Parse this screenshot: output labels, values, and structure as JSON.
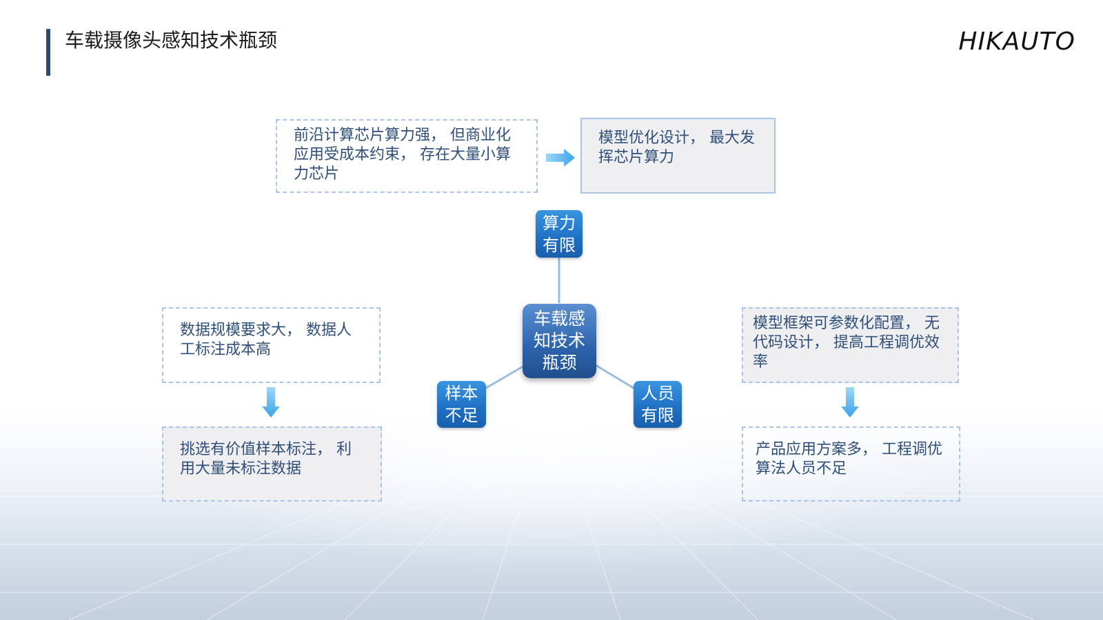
{
  "header": {
    "title": "车载摄像头感知技术瓶颈",
    "brand": "HIKAUTO"
  },
  "diagram": {
    "center": "车载感知技术瓶颈",
    "nodes": {
      "compute": "算力有限",
      "samples": "样本不足",
      "personnel": "人员有限"
    },
    "boxes": {
      "compute_problem": "前沿计算芯片算力强， 但商业化应用受成本约束， 存在大量小算力芯片",
      "compute_solution": "模型优化设计， 最大发挥芯片算力",
      "samples_problem": "数据规模要求大， 数据人工标注成本高",
      "samples_solution": "挑选有价值样本标注， 利用大量未标注数据",
      "personnel_solution": "模型框架可参数化配置， 无代码设计， 提高工程调优效率",
      "personnel_problem": "产品应用方案多， 工程调优算法人员不足"
    }
  },
  "colors": {
    "node_blue": "#1f6fc3",
    "arrow_blue": "#4fb4f0",
    "box_border": "#a9c4e6",
    "box_text": "#2f4f7a",
    "title_bar": "#2f4a6f"
  }
}
